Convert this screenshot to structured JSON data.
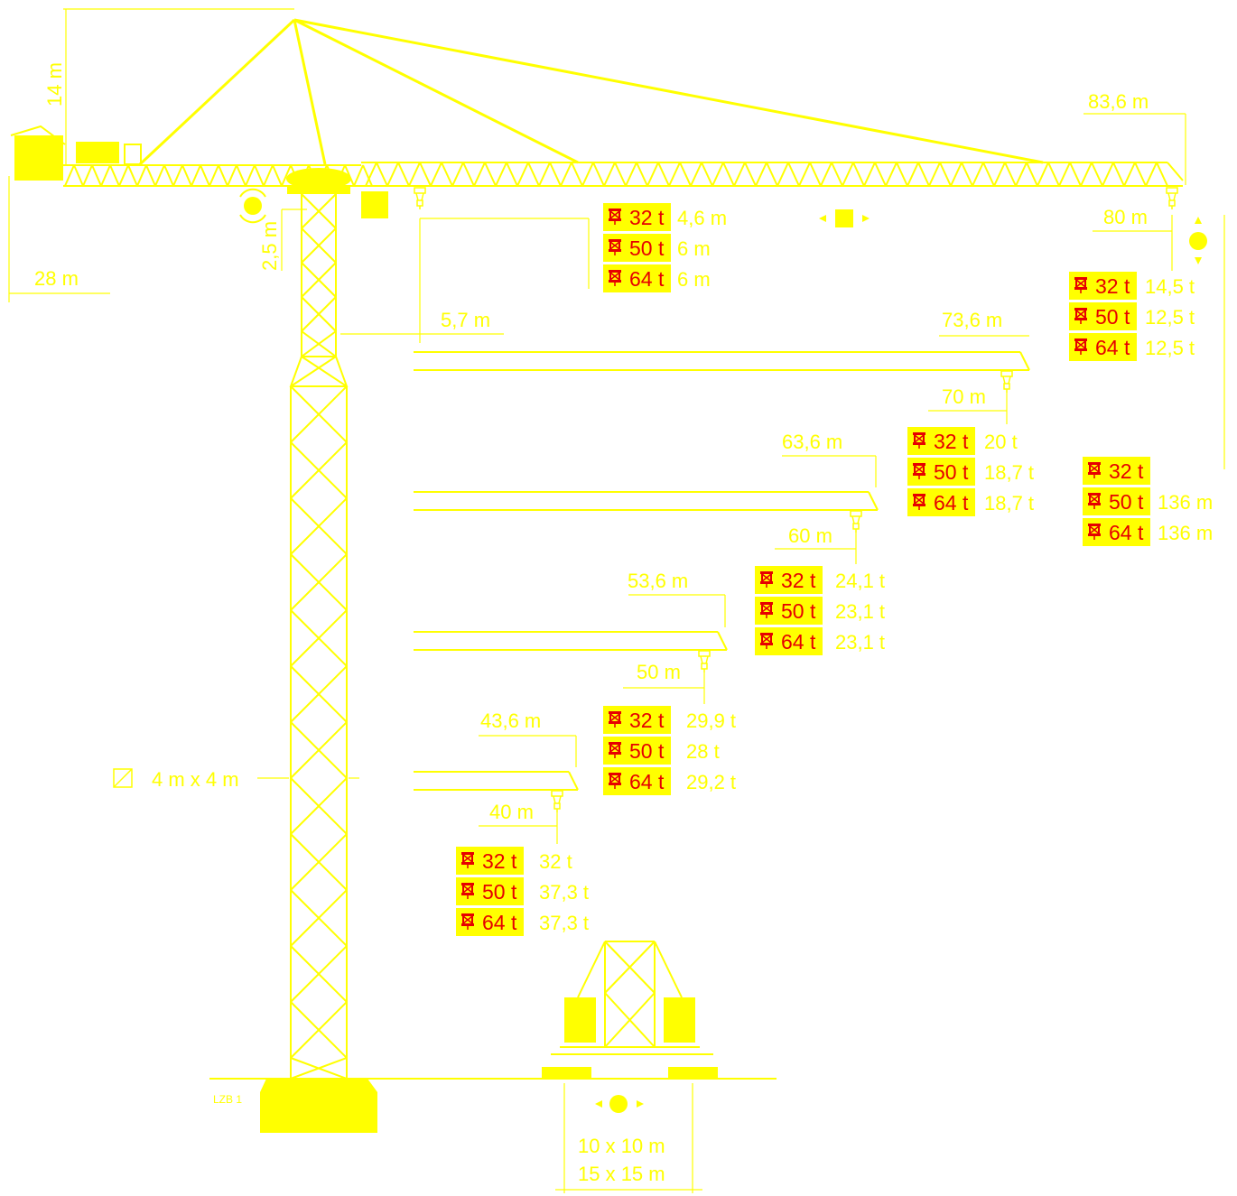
{
  "colors": {
    "crane": "#ffff00",
    "badge_bg": "#ffff00",
    "badge_text": "#e60000",
    "background": "#ffffff"
  },
  "icons": {
    "load_class": "hook-load-icon",
    "slewing": "slewing-icon",
    "trolley": "trolley-travel-icon",
    "hoist": "hoist-height-icon",
    "section": "mast-section-icon",
    "travel": "undercarriage-travel-icon"
  },
  "dimensions": {
    "tip_height": "14 m",
    "counter_jib": "28 m",
    "head_clearance": "2,5 m",
    "min_radius": "5,7 m",
    "mast_section": "4 m x 4 m",
    "base_a": "10 x 10 m",
    "base_b": "15 x 15 m",
    "code": "LZB 1"
  },
  "min_radius_table": {
    "rows": [
      {
        "class": "32 t",
        "value": "4,6 m"
      },
      {
        "class": "50 t",
        "value": "6 m"
      },
      {
        "class": "64 t",
        "value": "6 m"
      }
    ]
  },
  "hook_height_table": {
    "rows": [
      {
        "class": "32 t",
        "value": ""
      },
      {
        "class": "50 t",
        "value": "136 m"
      },
      {
        "class": "64 t",
        "value": "136 m"
      }
    ]
  },
  "jibs": [
    {
      "length": "83,6 m",
      "radius": "80 m",
      "rows": [
        {
          "class": "32 t",
          "value": "14,5 t"
        },
        {
          "class": "50 t",
          "value": "12,5 t"
        },
        {
          "class": "64 t",
          "value": "12,5 t"
        }
      ]
    },
    {
      "length": "73,6 m",
      "radius": "70 m",
      "rows": [
        {
          "class": "32 t",
          "value": "20 t"
        },
        {
          "class": "50 t",
          "value": "18,7 t"
        },
        {
          "class": "64 t",
          "value": "18,7 t"
        }
      ]
    },
    {
      "length": "63,6 m",
      "radius": "60 m",
      "rows": [
        {
          "class": "32 t",
          "value": "24,1 t"
        },
        {
          "class": "50 t",
          "value": "23,1 t"
        },
        {
          "class": "64 t",
          "value": "23,1 t"
        }
      ]
    },
    {
      "length": "53,6 m",
      "radius": "50 m",
      "rows": [
        {
          "class": "32 t",
          "value": "29,9 t"
        },
        {
          "class": "50 t",
          "value": "28 t"
        },
        {
          "class": "64 t",
          "value": "29,2 t"
        }
      ]
    },
    {
      "length": "43,6 m",
      "radius": "40 m",
      "rows": [
        {
          "class": "32 t",
          "value": "32 t"
        },
        {
          "class": "50 t",
          "value": "37,3 t"
        },
        {
          "class": "64 t",
          "value": "37,3 t"
        }
      ]
    }
  ]
}
